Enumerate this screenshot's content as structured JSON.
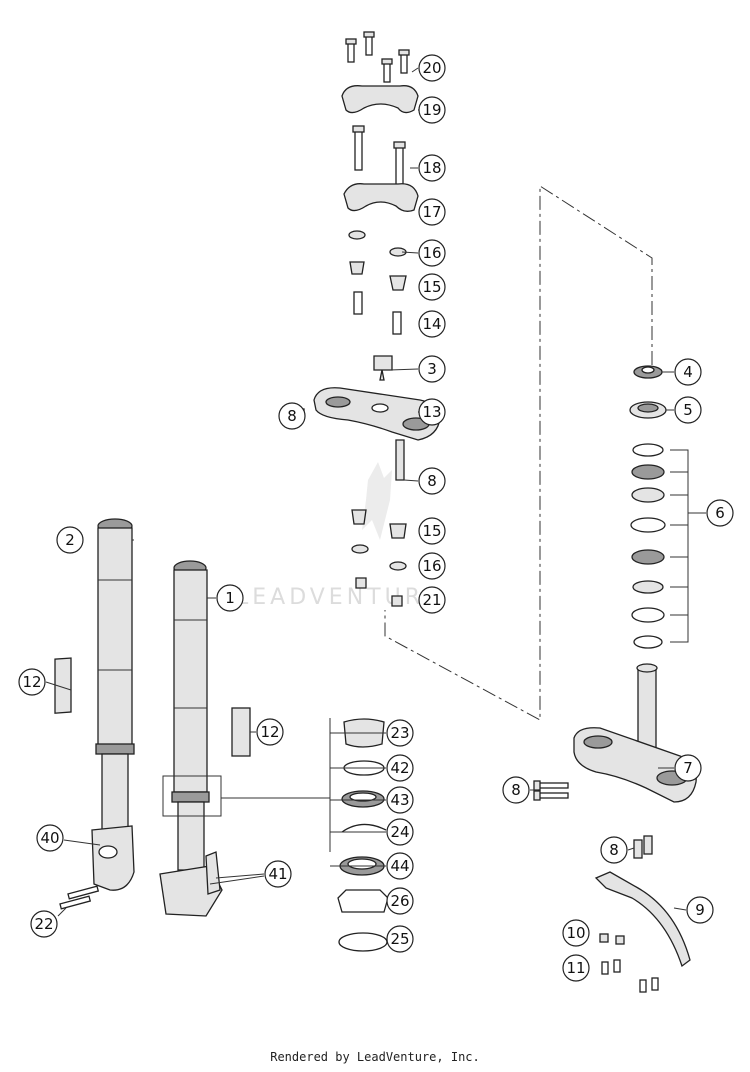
{
  "footer": {
    "credit": "Rendered by LeadVenture, Inc."
  },
  "watermark": {
    "text": "LEADVENTURE"
  },
  "callouts": [
    {
      "id": "c20",
      "label": "20"
    },
    {
      "id": "c19",
      "label": "19"
    },
    {
      "id": "c18",
      "label": "18"
    },
    {
      "id": "c17",
      "label": "17"
    },
    {
      "id": "c16a",
      "label": "16"
    },
    {
      "id": "c15a",
      "label": "15"
    },
    {
      "id": "c14",
      "label": "14"
    },
    {
      "id": "c3",
      "label": "3"
    },
    {
      "id": "c13",
      "label": "13"
    },
    {
      "id": "c8a",
      "label": "8"
    },
    {
      "id": "c8b",
      "label": "8"
    },
    {
      "id": "c15b",
      "label": "15"
    },
    {
      "id": "c16b",
      "label": "16"
    },
    {
      "id": "c21",
      "label": "21"
    },
    {
      "id": "c4",
      "label": "4"
    },
    {
      "id": "c5",
      "label": "5"
    },
    {
      "id": "c6",
      "label": "6"
    },
    {
      "id": "c7",
      "label": "7"
    },
    {
      "id": "c8c",
      "label": "8"
    },
    {
      "id": "c8d",
      "label": "8"
    },
    {
      "id": "c9",
      "label": "9"
    },
    {
      "id": "c10",
      "label": "10"
    },
    {
      "id": "c11",
      "label": "11"
    },
    {
      "id": "c2",
      "label": "2"
    },
    {
      "id": "c1",
      "label": "1"
    },
    {
      "id": "c12a",
      "label": "12"
    },
    {
      "id": "c12b",
      "label": "12"
    },
    {
      "id": "c23",
      "label": "23"
    },
    {
      "id": "c42",
      "label": "42"
    },
    {
      "id": "c43",
      "label": "43"
    },
    {
      "id": "c24",
      "label": "24"
    },
    {
      "id": "c44",
      "label": "44"
    },
    {
      "id": "c26",
      "label": "26"
    },
    {
      "id": "c25",
      "label": "25"
    },
    {
      "id": "c40",
      "label": "40"
    },
    {
      "id": "c41",
      "label": "41"
    },
    {
      "id": "c22",
      "label": "22"
    }
  ]
}
